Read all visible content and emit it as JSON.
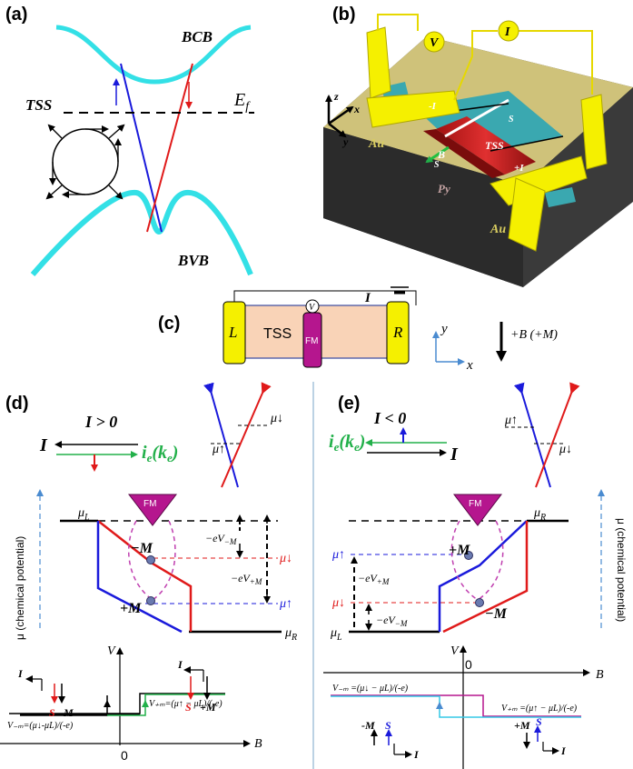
{
  "panels": {
    "a": "(a)",
    "b": "(b)",
    "c": "(c)",
    "d": "(d)",
    "e": "(e)"
  },
  "a": {
    "bcb": "BCB",
    "tss": "TSS",
    "ef": "E",
    "ef_sub": "f",
    "bvb": "BVB"
  },
  "b": {
    "v": "V",
    "i": "I",
    "z": "z",
    "y": "y",
    "x": "x",
    "au_left": "Au",
    "au_right": "Au",
    "py": "Py",
    "b": "B",
    "tss": "TSS",
    "minus_i": "-I",
    "plus_i": "+I",
    "s1": "S",
    "s2": "S"
  },
  "c": {
    "l": "L",
    "tss": "TSS",
    "fm": "FM",
    "r": "R",
    "v": "V",
    "i": "I",
    "y": "y",
    "x": "x",
    "field": "+B (+M)"
  },
  "d": {
    "cond": "I > 0",
    "i": "I",
    "ie": "i",
    "ie_sub": "e",
    "ke": "(k",
    "ke_sub": "e",
    "ke_close": ")",
    "mu_down": "μ↓",
    "mu_up": "μ↑",
    "fm": "FM",
    "mu_l": "μ",
    "mu_l_sub": "L",
    "mu_r": "μ",
    "mu_r_sub": "R",
    "neg_m": "−M",
    "pos_m": "+M",
    "ev_neg": "−eV",
    "ev_neg_sub": "−M",
    "ev_pos": "−eV",
    "ev_pos_sub": "+M",
    "mu_level_down": "μ↓",
    "mu_level_up": "μ↑",
    "y_axis": "μ (chemical potential)",
    "v": "V",
    "b": "B",
    "zero": "0",
    "v_neg": "V₋ₘ=(μ↓-μL)/(-e)",
    "v_pos": "V₊ₘ=(μ↑ − μL)/(-e)",
    "inset_i1": "I",
    "inset_s1": "S",
    "inset_m1": "-M",
    "inset_i2": "I",
    "inset_s2": "S",
    "inset_m2": "+M"
  },
  "e": {
    "cond": "I < 0",
    "i": "I",
    "ie": "i",
    "ie_sub": "e",
    "ke": "(k",
    "ke_sub": "e",
    "ke_close": ")",
    "mu_up": "μ↑",
    "mu_down": "μ↓",
    "fm": "FM",
    "mu_r": "μ",
    "mu_r_sub": "R",
    "mu_l": "μ",
    "mu_l_sub": "L",
    "pos_m": "+M",
    "neg_m": "−M",
    "ev_pos": "−eV",
    "ev_pos_sub": "+M",
    "ev_neg": "−eV",
    "ev_neg_sub": "−M",
    "mu_level_up": "μ↑",
    "mu_level_down": "μ↓",
    "y_axis": "μ (chemical potential)",
    "v": "V",
    "b": "B",
    "zero": "0",
    "v_neg": "V₋ₘ =(μ↓ − μL)/(-e)",
    "v_pos": "V₊ₘ =(μ↑ − μL)/(-e)",
    "inset_m1": "-M",
    "inset_s1": "S",
    "inset_i1": "I",
    "inset_m2": "+M",
    "inset_s2": "S",
    "inset_i2": "I"
  },
  "colors": {
    "cyan": "#33e0e6",
    "blue": "#1a1adb",
    "red": "#e01a1a",
    "green": "#22b04a",
    "magenta": "#b5168e",
    "yellow": "#f5f000",
    "olive": "#cfc27a",
    "peach": "#f9d3b7",
    "divider": "#7aa6c8"
  }
}
